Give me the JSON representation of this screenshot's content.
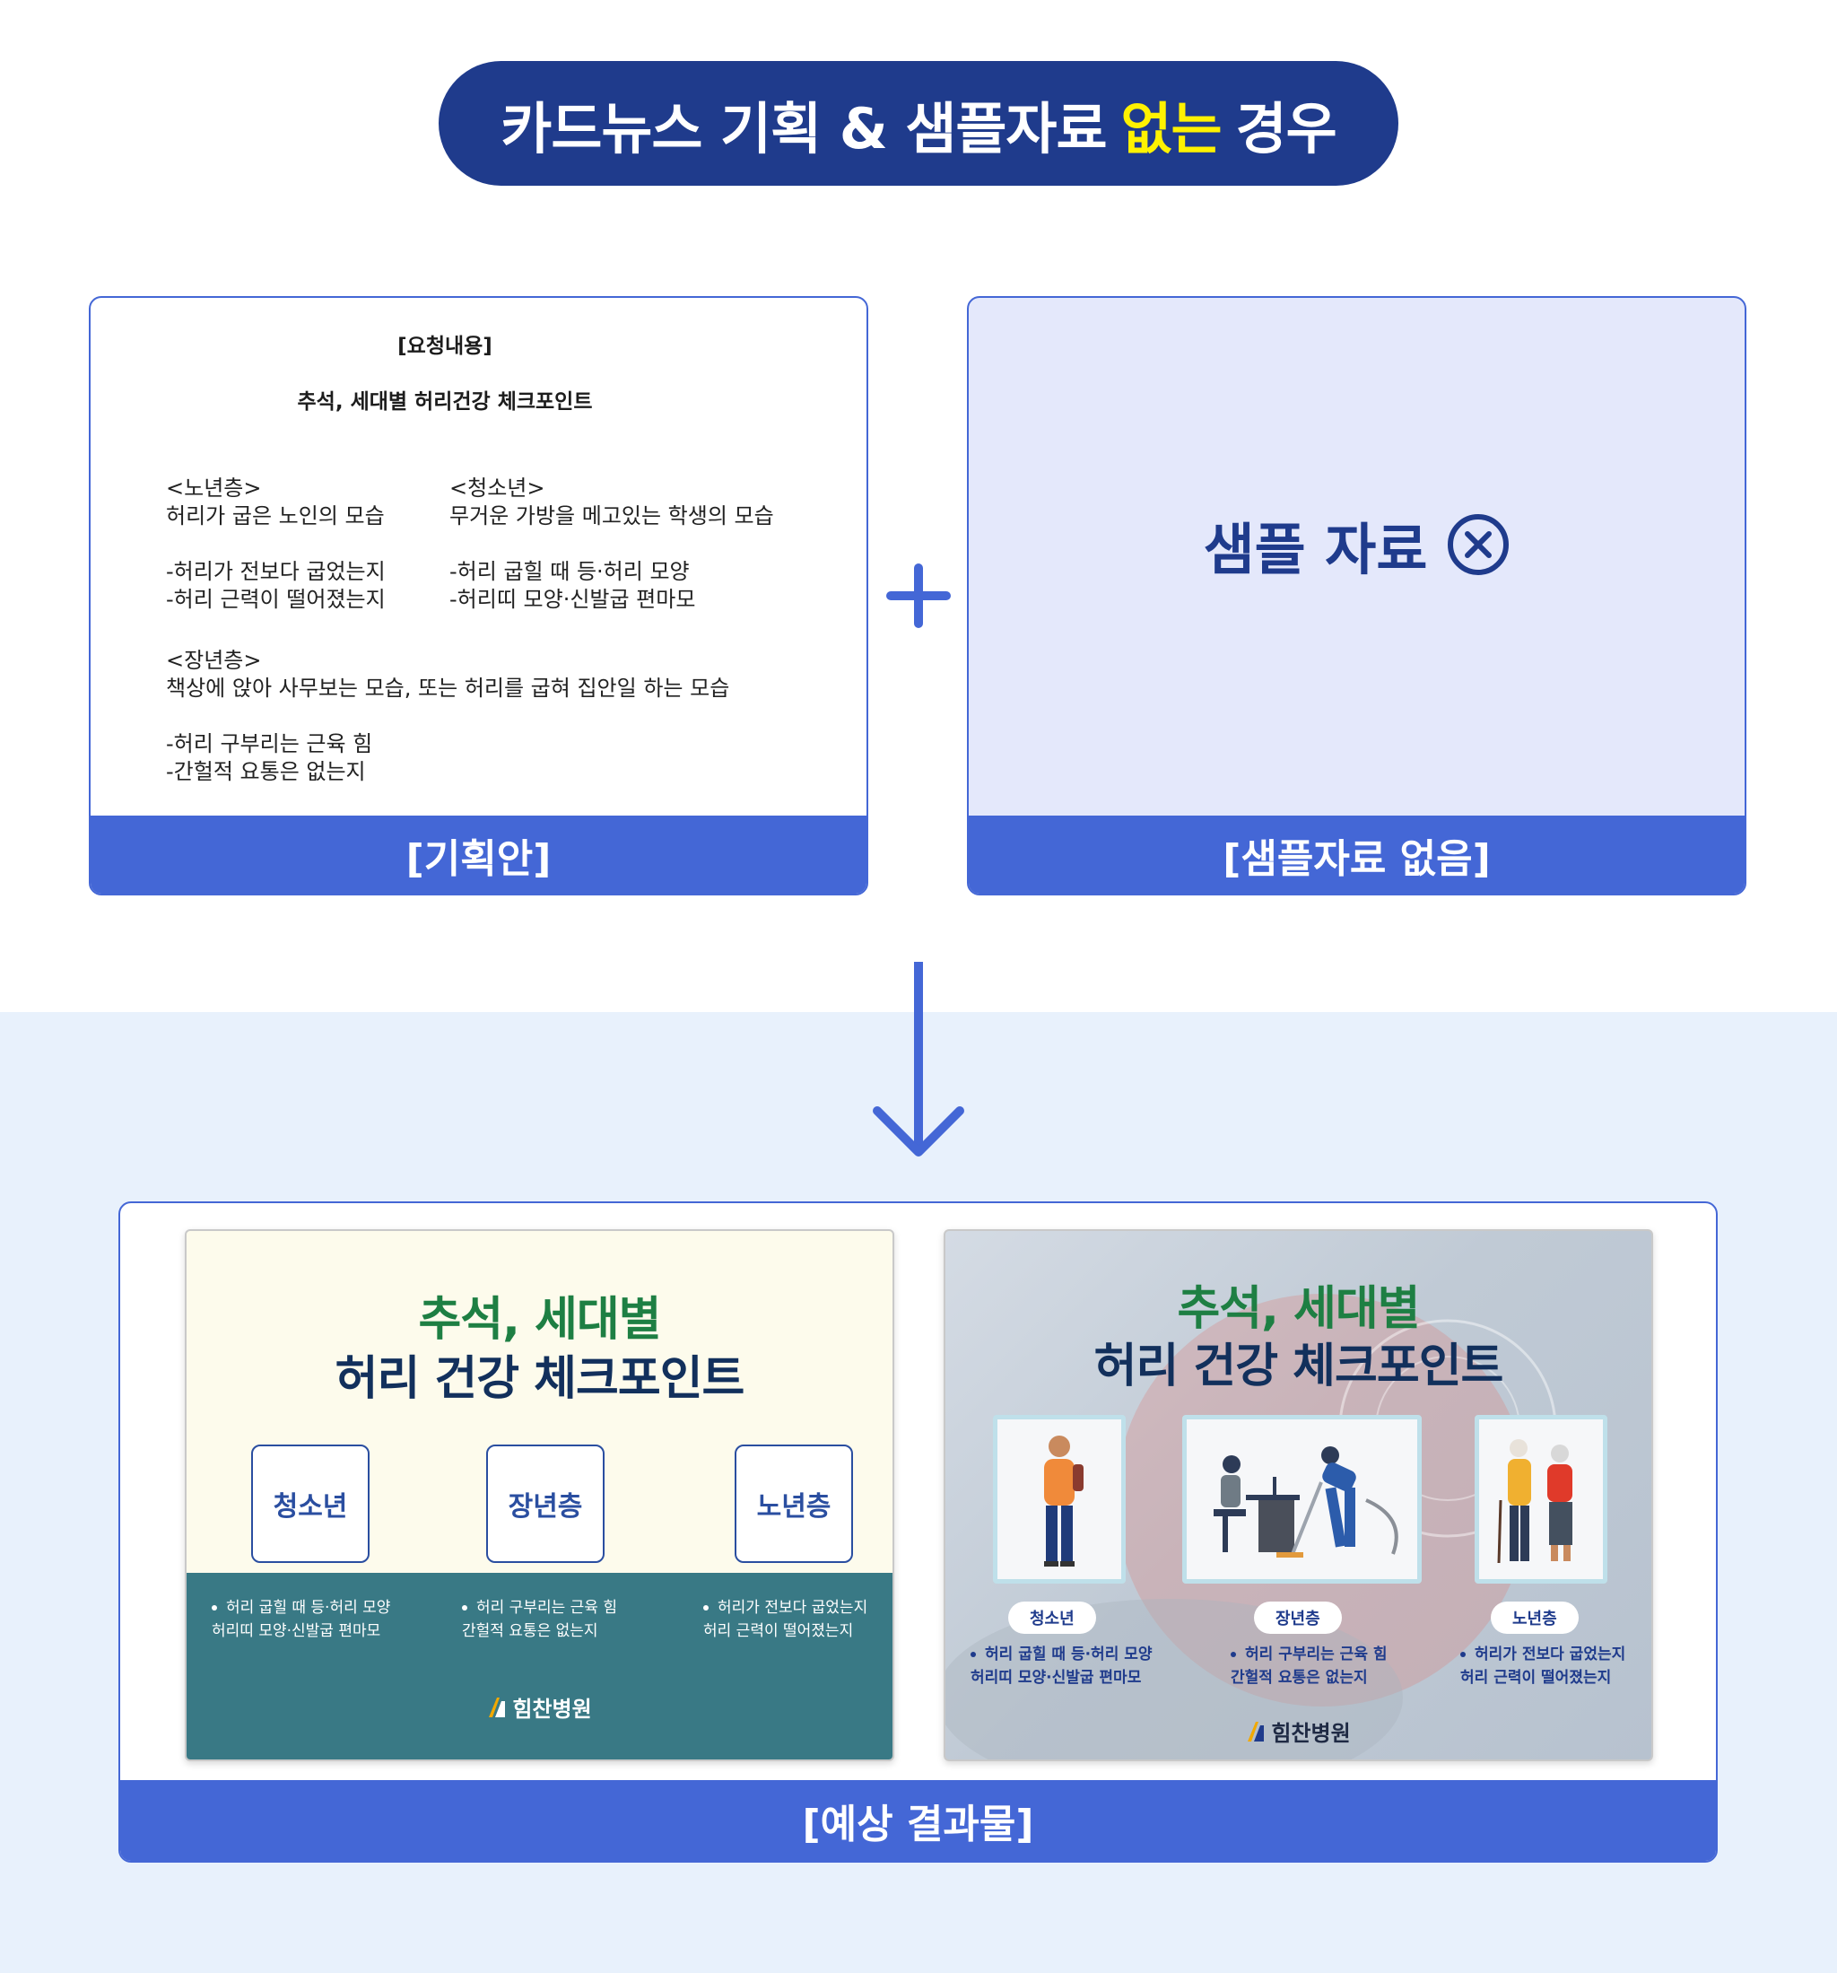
{
  "header": {
    "title_part1": "카드뉴스 기획 &amp; 샘플자료",
    "title_highlight": "없는",
    "title_part2": "경우"
  },
  "plan_card": {
    "request_label": "[요청내용]",
    "title": "추석, 세대별 허리건강 체크포인트",
    "senior_block": "<노년층>\n허리가 굽은 노인의 모습\n\n-허리가 전보다 굽었는지\n-허리 근력이 떨어졌는지",
    "youth_block": "<청소년>\n무거운 가방을 메고있는 학생의 모습\n\n-허리 굽힐 때 등·허리 모양\n-허리띠 모양·신발굽 편마모",
    "middle_block": "<장년층>\n책상에 앉아 사무보는 모습, 또는 허리를 굽혀 집안일 하는 모습\n\n-허리 구부리는 근육 힘\n-간헐적 요통은 없는지",
    "footer": "[기획안]"
  },
  "sample_card": {
    "label": "샘플 자료",
    "icon": "circle-x-icon",
    "footer": "[샘플자료 없음]"
  },
  "result": {
    "footer": "[예상 결과물]",
    "card1": {
      "title_line1": "추석, 세대별",
      "title_line2": "허리 건강 체크포인트",
      "groups": [
        "청소년",
        "장년층",
        "노년층"
      ],
      "bullets": [
        "허리 굽힐 때 등·허리 모양\n허리띠 모양·신발굽 편마모",
        "허리 구부리는 근육 힘\n간헐적 요통은 없는지",
        "허리가 전보다 굽었는지\n허리 근력이 떨어졌는지"
      ],
      "brand": "힘찬병원"
    },
    "card2": {
      "title_line1": "추석, 세대별",
      "title_line2": "허리 건강 체크포인트",
      "groups": [
        "청소년",
        "장년층",
        "노년층"
      ],
      "bullets": [
        "허리 굽힐 때 등·허리 모양\n허리띠 모양·신발굽 편마모",
        "허리 구부리는 근육 힘\n간헐적 요통은 없는지",
        "허리가 전보다 굽었는지\n허리 근력이 떨어졌는지"
      ],
      "brand": "힘찬병원"
    }
  },
  "colors": {
    "primary": "#4467d6",
    "navy": "#1f3b8c",
    "highlight": "#fff200",
    "teal": "#397985",
    "green": "#1e7f43"
  }
}
